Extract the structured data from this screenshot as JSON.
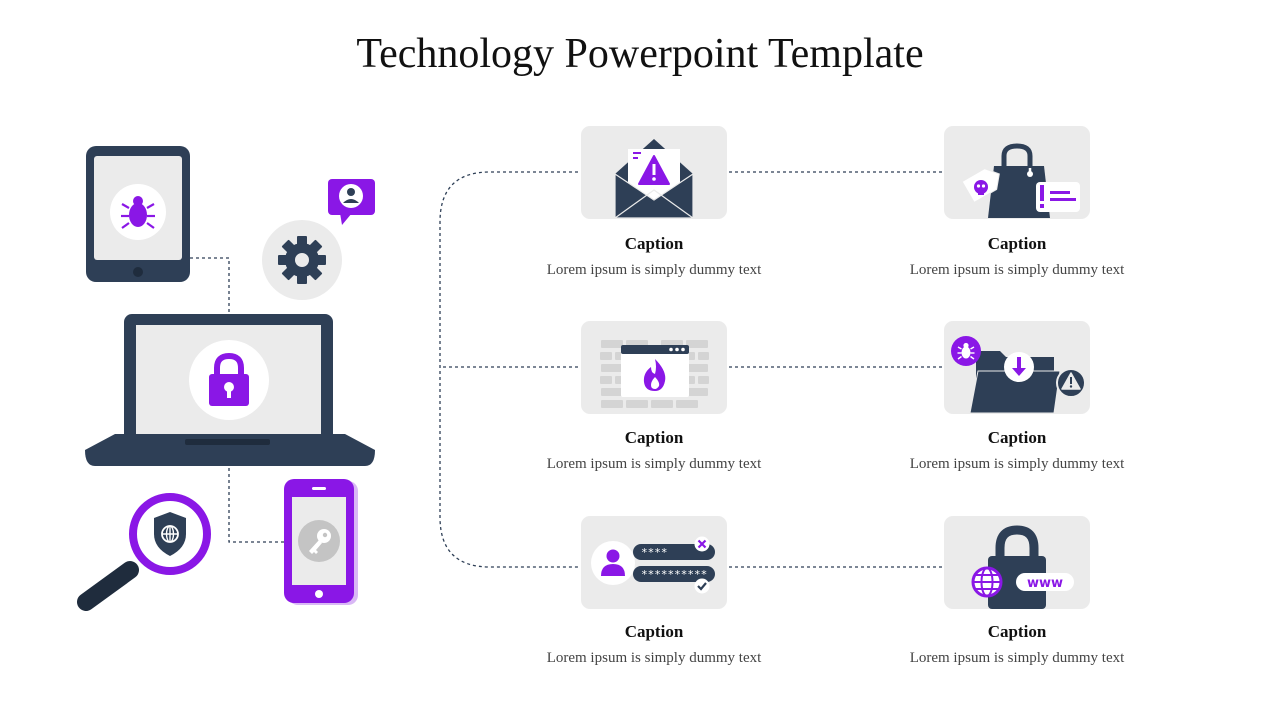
{
  "slide": {
    "title": "Technology Powerpoint Template"
  },
  "colors": {
    "navy": "#2e3f56",
    "purple": "#8a17e6",
    "light_gray": "#ebebeb",
    "mid_gray": "#d4d4d4"
  },
  "items": [
    {
      "caption": "Caption",
      "text": "Lorem ipsum is simply dummy text",
      "icon": "envelope-warning-icon"
    },
    {
      "caption": "Caption",
      "text": "Lorem ipsum is simply dummy text",
      "icon": "shopping-bag-malware-icon"
    },
    {
      "caption": "Caption",
      "text": "Lorem ipsum is simply dummy text",
      "icon": "firewall-icon"
    },
    {
      "caption": "Caption",
      "text": "Lorem ipsum is simply dummy text",
      "icon": "folder-download-bug-icon"
    },
    {
      "caption": "Caption",
      "text": "Lorem ipsum is simply dummy text",
      "icon": "login-password-icon"
    },
    {
      "caption": "Caption",
      "text": "Lorem ipsum is simply dummy text",
      "icon": "padlock-www-icon"
    }
  ],
  "illustration": {
    "password_mask_short": "****",
    "password_mask_long": "**********",
    "www_label": "www"
  }
}
